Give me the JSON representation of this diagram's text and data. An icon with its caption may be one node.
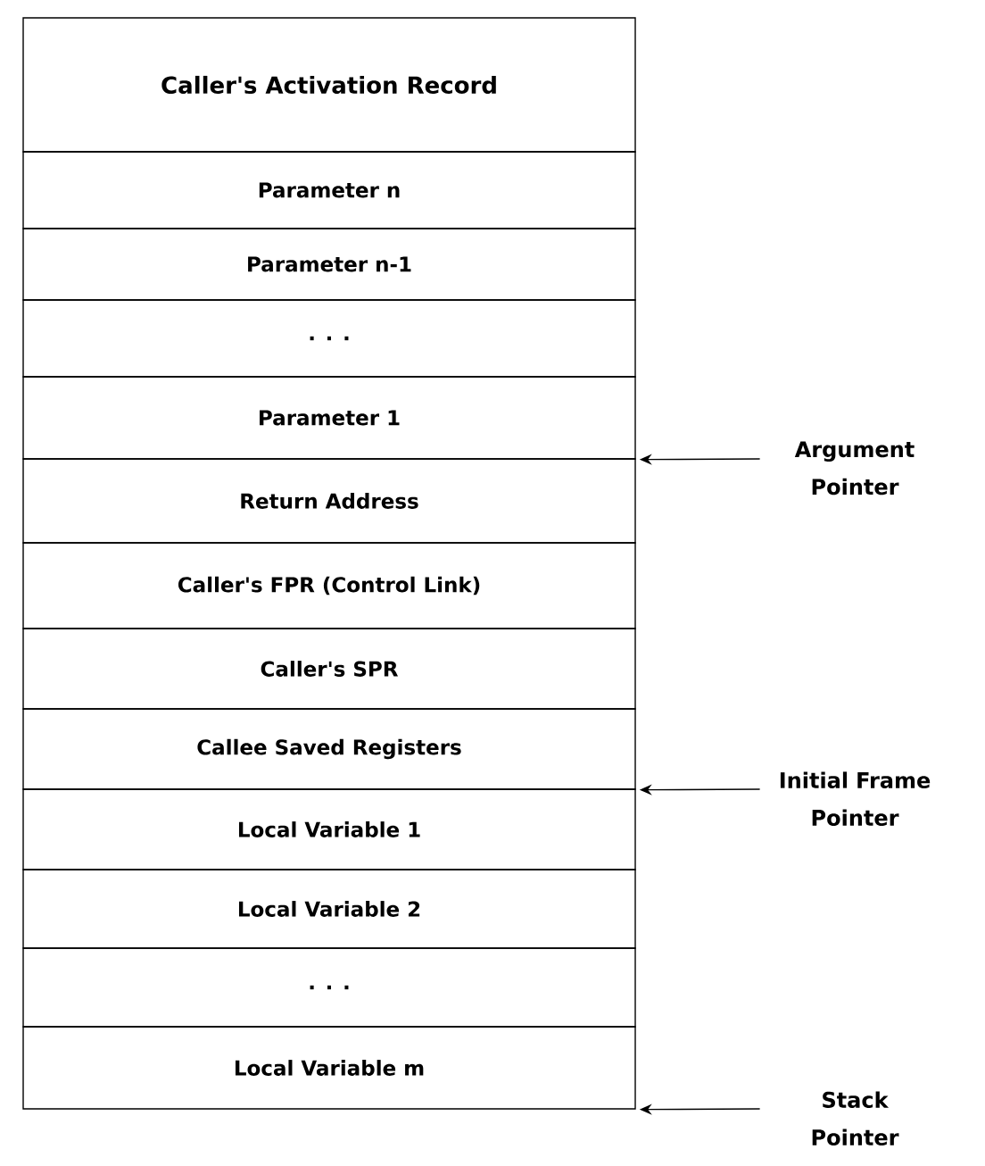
{
  "diagram": {
    "nodes": [
      {
        "text": [
          "Caller's Activation Record"
        ]
      },
      {
        "text": [
          "Parameter n"
        ]
      },
      {
        "text": [
          "Parameter n-1"
        ]
      },
      {
        "text": [
          ". . ."
        ]
      },
      {
        "text": [
          "Parameter 1"
        ]
      },
      {
        "text": [
          "Return Address"
        ]
      },
      {
        "text": [
          "Caller's FPR (Control Link)"
        ]
      },
      {
        "text": [
          "Caller's SPR"
        ]
      },
      {
        "text": [
          "Callee Saved Registers"
        ]
      },
      {
        "text": [
          "Local Variable 1"
        ]
      },
      {
        "text": [
          "Local Variable 2"
        ]
      },
      {
        "text": [
          ". . ."
        ]
      },
      {
        "text": [
          "Local Variable m"
        ]
      },
      {
        "text": [
          "Argument Pointer"
        ]
      },
      {
        "text": [
          "Initial Frame Pointer"
        ]
      },
      {
        "text": [
          "Stack Pointer"
        ]
      }
    ],
    "edges": [
      {
        "from": 13,
        "to": 4,
        "arrow": "to"
      },
      {
        "from": 14,
        "to": 8,
        "arrow": "to"
      },
      {
        "from": 15,
        "to": 12,
        "arrow": "to"
      }
    ]
  }
}
